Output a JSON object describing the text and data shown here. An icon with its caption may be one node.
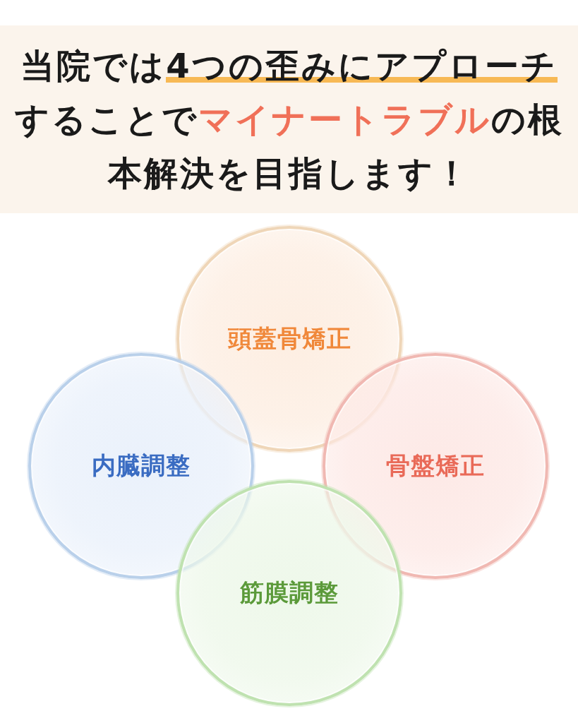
{
  "diagram": {
    "title": "当院では**4つの歪みにアプローチ**することで**マイナートラブル**の根本解決を目指します！",
    "nodes": [
      {
        "text": [
          "頭蓋骨矯正"
        ]
      },
      {
        "text": [
          "内臓調整"
        ]
      },
      {
        "text": [
          "骨盤矯正"
        ]
      },
      {
        "text": [
          "筋膜調整"
        ]
      }
    ]
  }
}
